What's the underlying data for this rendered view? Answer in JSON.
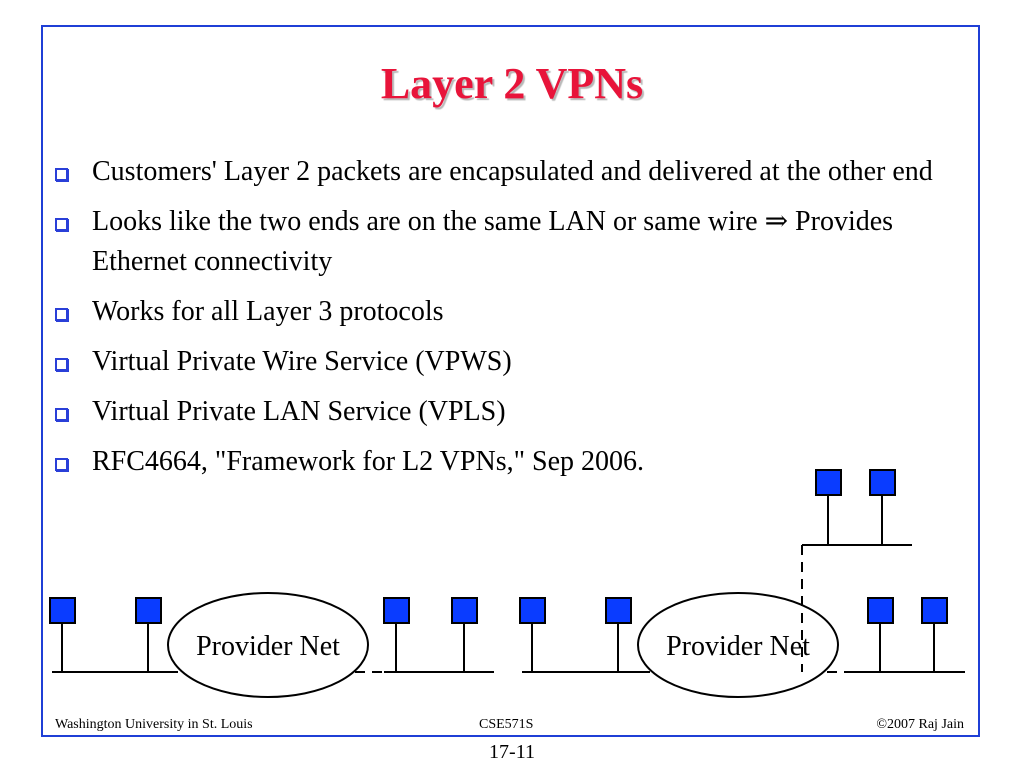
{
  "slide": {
    "title": "Layer 2 VPNs",
    "bullets": [
      "Customers' Layer 2 packets are encapsulated and delivered at the other end",
      "Looks like the two ends are on the same LAN or same wire ⇒ Provides Ethernet connectivity",
      "Works for all Layer 3 protocols",
      "Virtual Private Wire Service (VPWS)",
      "Virtual Private LAN Service (VPLS)",
      "RFC4664, \"Framework for L2 VPNs,\" Sep 2006."
    ]
  },
  "diagram": {
    "clouds": [
      {
        "label": "Provider Net"
      },
      {
        "label": "Provider Net"
      }
    ],
    "node_color": "#0a3cff"
  },
  "footer": {
    "left": "Washington University in St. Louis",
    "center": "CSE571S",
    "right": "©2007 Raj Jain",
    "page_number": "17-11"
  },
  "colors": {
    "title": "#e8143a",
    "frame": "#1f3fd6",
    "bullet": "#2a3fd8"
  }
}
